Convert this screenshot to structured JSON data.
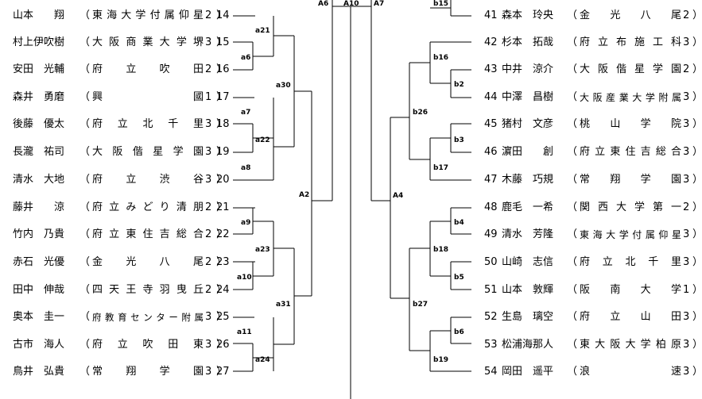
{
  "left_players": [
    {
      "name": "山本　　翔",
      "school": "東海大学付属仰星",
      "grade": "2"
    },
    {
      "name": "村上伊吹樹",
      "school": "大阪商業大学堺",
      "grade": "3"
    },
    {
      "name": "安田　光輔",
      "school": "府立吹田",
      "grade": "2"
    },
    {
      "name": "森井　勇磨",
      "school": "興國",
      "grade": "1"
    },
    {
      "name": "後藤　優太",
      "school": "府立北千里",
      "grade": "3"
    },
    {
      "name": "長瀧　祐司",
      "school": "大阪偕星学園",
      "grade": "3"
    },
    {
      "name": "清水　大地",
      "school": "府立渋谷",
      "grade": "3"
    },
    {
      "name": "藤井　　涼",
      "school": "府立みどり清朋",
      "grade": "2"
    },
    {
      "name": "竹内　乃貴",
      "school": "府立東住吉総合",
      "grade": "2"
    },
    {
      "name": "赤石　光優",
      "school": "金光八尾",
      "grade": "2"
    },
    {
      "name": "田中　伸哉",
      "school": "四天王寺羽曳丘",
      "grade": "2"
    },
    {
      "name": "奥本　圭一",
      "school": "府教育センター附属",
      "grade": "3"
    },
    {
      "name": "古市　海人",
      "school": "府立吹田東",
      "grade": "3"
    },
    {
      "name": "鳥井　弘貴",
      "school": "常翔学園",
      "grade": "3"
    }
  ],
  "left_numbers": [
    "14",
    "15",
    "16",
    "17",
    "18",
    "19",
    "20",
    "21",
    "22",
    "23",
    "24",
    "25",
    "26",
    "27"
  ],
  "right_players": [
    {
      "num": "41",
      "name": "森本　玲央",
      "school": "金光八尾",
      "grade": "2"
    },
    {
      "num": "42",
      "name": "杉本　拓哉",
      "school": "府立布施工科",
      "grade": "3"
    },
    {
      "num": "43",
      "name": "中井　涼介",
      "school": "大阪偕星学園",
      "grade": "2"
    },
    {
      "num": "44",
      "name": "中澤　昌樹",
      "school": "大阪産業大学附属",
      "grade": "3"
    },
    {
      "num": "45",
      "name": "猪村　文彦",
      "school": "桃山学院",
      "grade": "3"
    },
    {
      "num": "46",
      "name": "濵田　　創",
      "school": "府立東住吉総合",
      "grade": "3"
    },
    {
      "num": "47",
      "name": "木藤　巧規",
      "school": "常翔学園",
      "grade": "3"
    },
    {
      "num": "48",
      "name": "鹿毛　一希",
      "school": "関西大学第一",
      "grade": "2"
    },
    {
      "num": "49",
      "name": "清水　芳隆",
      "school": "東海大学付属仰星",
      "grade": "3"
    },
    {
      "num": "50",
      "name": "山崎　志信",
      "school": "府立北千里",
      "grade": "3"
    },
    {
      "num": "51",
      "name": "山本　敦輝",
      "school": "阪南大学",
      "grade": "1"
    },
    {
      "num": "52",
      "name": "生島　璃空",
      "school": "府立山田",
      "grade": "3"
    },
    {
      "num": "53",
      "name": "松浦海那人",
      "school": "東大阪大学柏原",
      "grade": "3"
    },
    {
      "num": "54",
      "name": "岡田　遥平",
      "school": "浪速",
      "grade": "3"
    }
  ],
  "match_labels": {
    "a6": "a6",
    "a7": "a7",
    "a8": "a8",
    "a9": "a9",
    "a10": "a10",
    "a11": "a11",
    "a21": "a21",
    "a22": "a22",
    "a23": "a23",
    "a24": "a24",
    "a30": "a30",
    "a31": "a31",
    "A2": "A2",
    "A6": "A6",
    "A10": "A10",
    "A7": "A7",
    "A4": "A4",
    "b15": "b15",
    "b16": "b16",
    "b2": "b2",
    "b26": "b26",
    "b3": "b3",
    "b17": "b17",
    "b4": "b4",
    "b18": "b18",
    "b5": "b5",
    "b27": "b27",
    "b6": "b6",
    "b19": "b19"
  },
  "paren_open": "（",
  "paren_close": "）"
}
